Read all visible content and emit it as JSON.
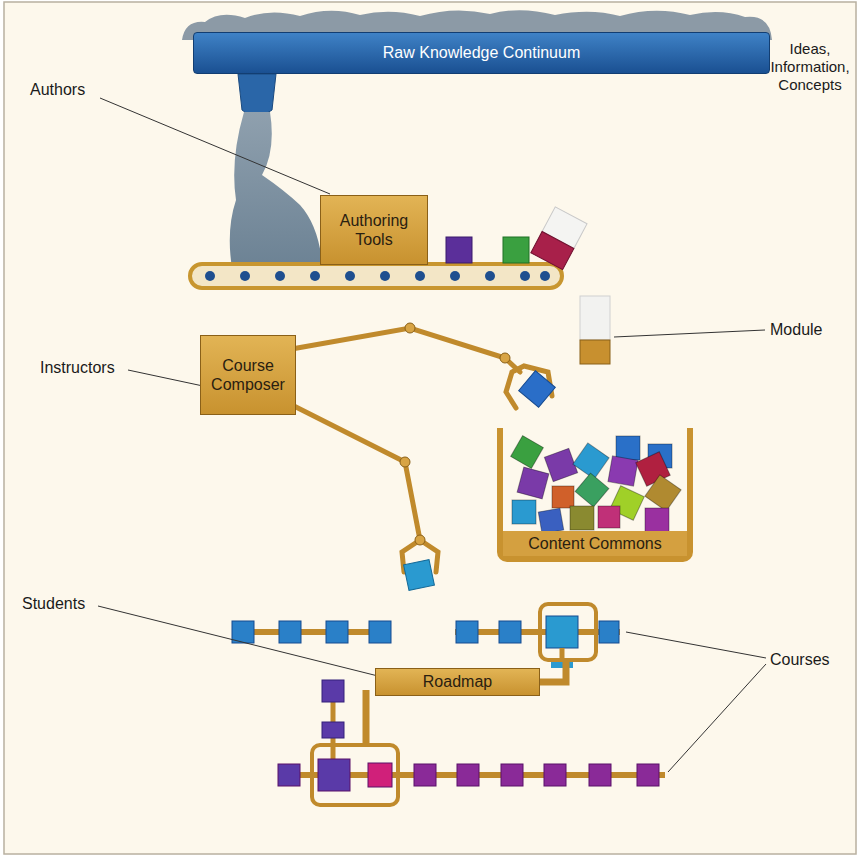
{
  "diagram": {
    "nodes": [
      {
        "text": [
          "Raw Knowledge Continuum"
        ]
      },
      {
        "text": [
          "Authoring Tools"
        ]
      },
      {
        "text": [
          "Course Composer"
        ]
      },
      {
        "text": [
          "Content Commons"
        ]
      },
      {
        "text": [
          "Roadmap"
        ]
      }
    ],
    "labels": [
      "Ideas, Information, Concepts",
      "Authors",
      "Instructors",
      "Module",
      "Students",
      "Courses"
    ]
  }
}
